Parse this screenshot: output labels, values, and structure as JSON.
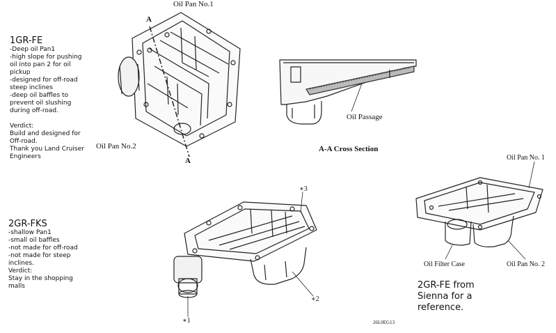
{
  "top_left_notes": {
    "title": "1GR-FE",
    "lines": [
      "-Deep oil Pan1",
      "-high slope for pushing",
      "oil into pan 2 for oil",
      "pickup",
      "-designed for off-road",
      "steep inclines",
      "-deep oil baffles to",
      "prevent oil slushing",
      "during off-road."
    ],
    "verdict_lines": [
      "Verdict:",
      "Build and designed for",
      "Off-road.",
      "Thank you Land Cruiser",
      "Engineers"
    ]
  },
  "bottom_left_notes": {
    "title": "2GR-FKS",
    "lines": [
      "-shallow Pan1",
      "-small oil baffles",
      "-not made for off-road",
      "-not made for steep",
      "inclines.",
      "Verdict:",
      "Stay in the shopping",
      "malls"
    ]
  },
  "top_diagram": {
    "label_oil_pan_1": "Oil Pan No.1",
    "label_oil_pan_2": "Oil Pan No.2",
    "section_mark_top": "A",
    "section_mark_bottom": "A",
    "label_oil_passage": "Oil Passage",
    "cross_section_caption": "A-A Cross Section"
  },
  "bottom_diagram": {
    "callout_1": "∗1",
    "callout_2": "∗2",
    "callout_3": "∗3",
    "code": "26L0EG13"
  },
  "right_diagram": {
    "label_oil_pan_1": "Oil Pan No. 1",
    "label_oil_filter_case": "Oil Filter Case",
    "label_oil_pan_2": "Oil Pan No. 2",
    "caption_lines": [
      "2GR-FE from",
      "Sienna for a",
      "reference."
    ]
  }
}
